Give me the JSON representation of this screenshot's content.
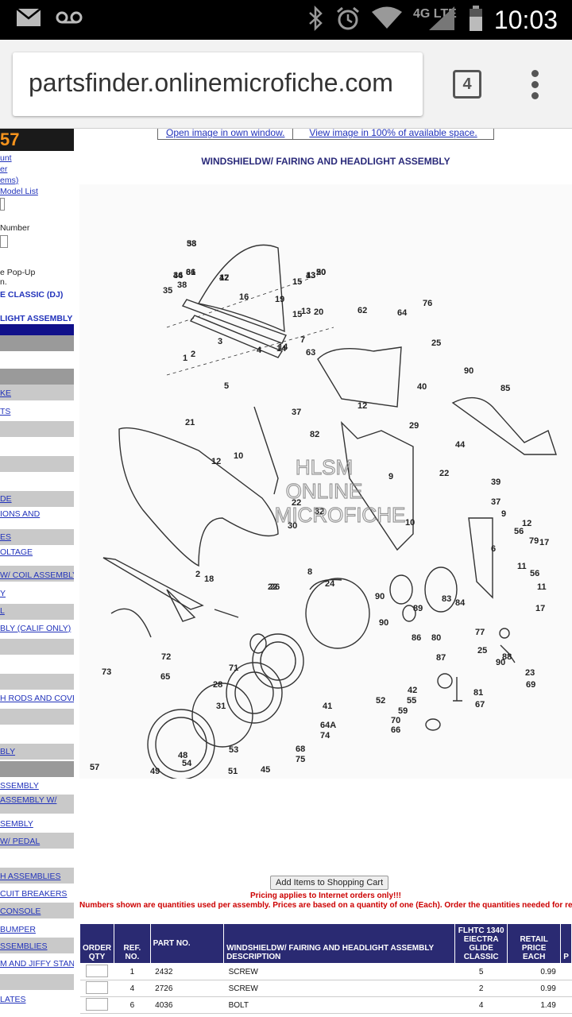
{
  "status_bar": {
    "time": "10:03",
    "network": "4G LTE"
  },
  "browser": {
    "url": "partsfinder.onlinemicrofiche.com",
    "tab_count": "4"
  },
  "sidebar": {
    "logo_text": "57",
    "items": [
      {
        "text": "unt",
        "kind": "link"
      },
      {
        "text": "er",
        "kind": "link"
      },
      {
        "text": "ems)",
        "kind": "link"
      },
      {
        "text": "Model List",
        "kind": "link"
      },
      {
        "text": "Number",
        "kind": "text"
      },
      {
        "text": "e Pop-Up",
        "kind": "text"
      },
      {
        "text": "n.",
        "kind": "text"
      },
      {
        "text": "E CLASSIC (DJ)",
        "kind": "bold"
      },
      {
        "text": "LIGHT ASSEMBLY",
        "kind": "bold"
      },
      {
        "text": "KE",
        "kind": "link"
      },
      {
        "text": "TS",
        "kind": "link"
      },
      {
        "text": "DE",
        "kind": "link"
      },
      {
        "text": "IONS AND",
        "kind": "link"
      },
      {
        "text": "ES",
        "kind": "link"
      },
      {
        "text": "OLTAGE",
        "kind": "link"
      },
      {
        "text": "W/ COIL ASSEMBLY",
        "kind": "link"
      },
      {
        "text": "Y",
        "kind": "link"
      },
      {
        "text": "L",
        "kind": "link"
      },
      {
        "text": "BLY (CALIF ONLY)",
        "kind": "link"
      },
      {
        "text": "H RODS AND COVER",
        "kind": "link"
      },
      {
        "text": "BLY",
        "kind": "link"
      },
      {
        "text": "SSEMBLY",
        "kind": "link"
      },
      {
        "text": "ASSEMBLY W/",
        "kind": "link"
      },
      {
        "text": "SEMBLY",
        "kind": "link"
      },
      {
        "text": "W/ PEDAL",
        "kind": "link"
      },
      {
        "text": "H ASSEMBLIES",
        "kind": "link"
      },
      {
        "text": "CUIT BREAKERS",
        "kind": "link"
      },
      {
        "text": "CONSOLE",
        "kind": "link"
      },
      {
        "text": "BUMPER",
        "kind": "link"
      },
      {
        "text": "SSEMBLIES",
        "kind": "link"
      },
      {
        "text": "M AND JIFFY STAND",
        "kind": "link"
      },
      {
        "text": "LATES",
        "kind": "link"
      }
    ]
  },
  "main": {
    "link_open_window": "Open image in own window.",
    "link_view_100": "View image in 100% of available space.",
    "title": "WINDSHIELDW/ FAIRING AND HEADLIGHT ASSEMBLY",
    "watermark": [
      "HLSM",
      "ONLINE",
      "MICROFICHE"
    ],
    "add_button": "Add Items to Shopping Cart",
    "notice_1": "Pricing applies to Internet orders only!!!",
    "notice_2": "Numbers shown are quantities used per assembly. Prices are based on a quantity of one (Each). Order the quantities needed for repair."
  },
  "parts_table": {
    "headers": {
      "order_qty": "ORDER QTY",
      "ref_no": "REF. NO.",
      "part_no": "PART NO.",
      "description": "WINDSHIELDW/ FAIRING AND HEADLIGHT ASSEMBLY DESCRIPTION",
      "model": "FLHTC 1340 EIECTRA GLIDE CLASSIC",
      "price": "RETAIL PRICE EACH",
      "extra": "P"
    },
    "rows": [
      {
        "ref": "1",
        "part": "2432",
        "desc": "SCREW",
        "qty": "5",
        "price": "0.99"
      },
      {
        "ref": "4",
        "part": "2726",
        "desc": "SCREW",
        "qty": "2",
        "price": "0.99"
      },
      {
        "ref": "6",
        "part": "4036",
        "desc": "BOLT",
        "qty": "4",
        "price": "1.49"
      }
    ]
  },
  "diagram_labels": [
    "33",
    "34",
    "36",
    "12",
    "20",
    "13",
    "15",
    "19",
    "38",
    "35",
    "16",
    "15",
    "13",
    "20",
    "3",
    "2",
    "14",
    "4",
    "1",
    "14",
    "7",
    "63",
    "62",
    "64",
    "76",
    "25",
    "90",
    "40",
    "85",
    "5",
    "37",
    "12",
    "21",
    "82",
    "29",
    "44",
    "22",
    "12",
    "10",
    "9",
    "39",
    "37",
    "22",
    "32",
    "10",
    "30",
    "9",
    "12",
    "56",
    "79",
    "17",
    "6",
    "11",
    "56",
    "11",
    "17",
    "2",
    "18",
    "8",
    "22",
    "24",
    "26",
    "90",
    "90",
    "89",
    "83",
    "84",
    "86",
    "80",
    "77",
    "25",
    "88",
    "90",
    "87",
    "23",
    "69",
    "72",
    "65",
    "71",
    "28",
    "31",
    "41",
    "42",
    "55",
    "59",
    "81",
    "67",
    "70",
    "66",
    "73",
    "64A",
    "74",
    "68",
    "75",
    "45",
    "51",
    "53",
    "48",
    "54",
    "57",
    "49",
    "52",
    "58",
    "46",
    "61",
    "47",
    "50",
    "43"
  ]
}
